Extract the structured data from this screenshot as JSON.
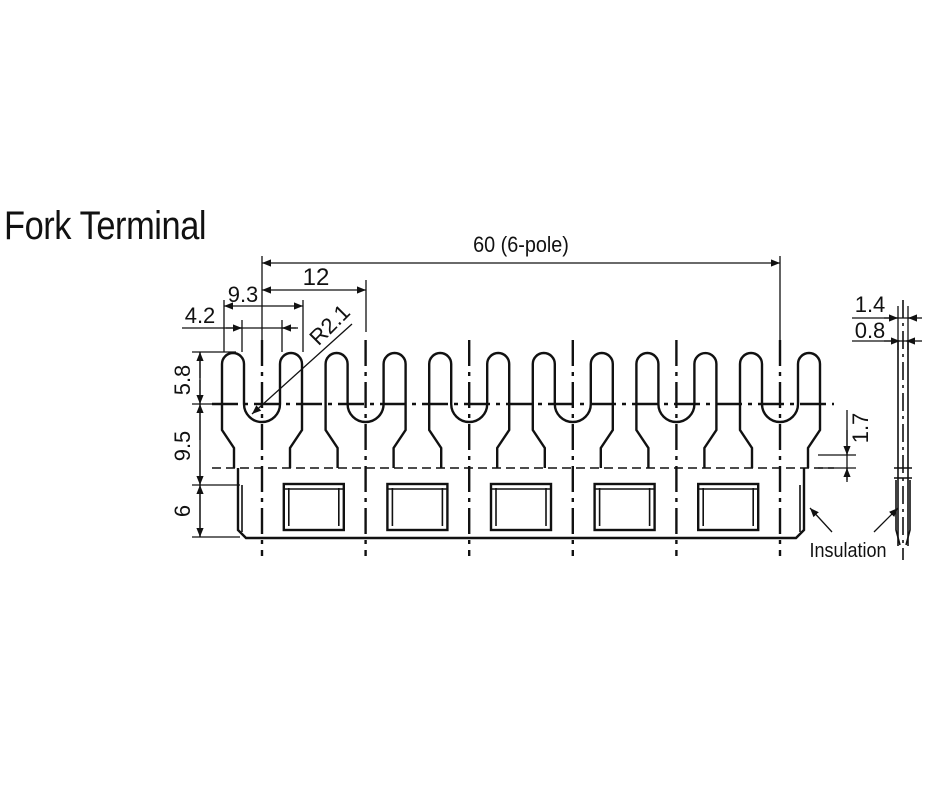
{
  "title": "Fork Terminal",
  "dimensions": {
    "overall": "60 (6-pole)",
    "pitch": "12",
    "fork_width": "9.3",
    "slot_width": "4.2",
    "radius": "R2.1",
    "fork_depth": "5.8",
    "fork_to_insulation": "9.5",
    "insulation_height": "6",
    "offset": "1.7",
    "thickness_total": "1.4",
    "thickness_plate": "0.8"
  },
  "labels": {
    "insulation": "Insulation"
  },
  "pole_count": 6
}
